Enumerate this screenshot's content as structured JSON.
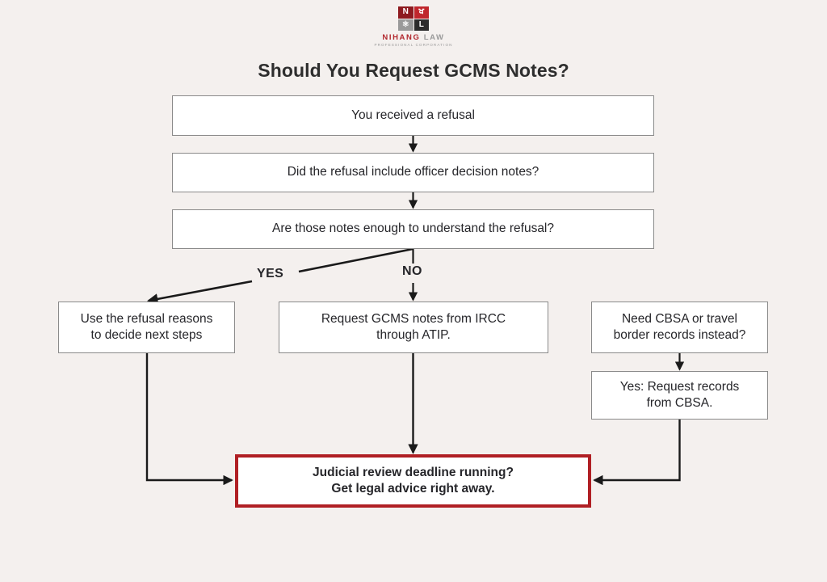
{
  "meta": {
    "background_color": "#F4F0EE",
    "box_border_color": "#8A8A8A",
    "emphasis_border_color": "#B01F24",
    "text_color": "#26262A"
  },
  "logo": {
    "cells": [
      {
        "letter": "N",
        "color": "#8E1B20"
      },
      {
        "letter": "ਖ",
        "color": "#C0272D"
      },
      {
        "letter": "⚛",
        "color": "#9A9A9A"
      },
      {
        "letter": "L",
        "color": "#2B2B2B"
      }
    ],
    "name_primary": "NIHANG",
    "name_secondary": "LAW",
    "tagline": "PROFESSIONAL CORPORATION"
  },
  "header": {
    "title": "Should You Request GCMS Notes?"
  },
  "flowchart": {
    "type": "flowchart",
    "nodes": [
      {
        "id": "refusal",
        "label": "You received a refusal"
      },
      {
        "id": "include",
        "label": "Did the refusal include officer decision notes?"
      },
      {
        "id": "enough",
        "label": "Are those notes enough to understand the refusal?"
      },
      {
        "id": "use_reasons",
        "label": "Use the refusal reasons to decide next steps"
      },
      {
        "id": "request_gcms",
        "label": "Request GCMS notes from IRCC through ATIP."
      },
      {
        "id": "need_cbsa",
        "label": "Need CBSA or travel border records instead?"
      },
      {
        "id": "yes_cbsa",
        "label": "Yes: Request records from CBSA."
      },
      {
        "id": "deadline",
        "label": "Judicial review deadline running? Get legal advice right away."
      }
    ],
    "node_lines": {
      "refusal": [
        "You received a refusal"
      ],
      "include": [
        "Did the refusal include officer decision notes?"
      ],
      "enough": [
        "Are those notes enough to understand the refusal?"
      ],
      "use_reasons": [
        "Use the refusal reasons",
        "to decide next steps"
      ],
      "request_gcms": [
        "Request GCMS notes from IRCC",
        "through ATIP."
      ],
      "need_cbsa": [
        "Need CBSA or travel",
        "border records instead?"
      ],
      "yes_cbsa": [
        "Yes: Request records",
        "from CBSA."
      ],
      "deadline": [
        "Judicial review deadline running?",
        "Get legal advice right away."
      ]
    },
    "branch_labels": {
      "yes": "YES",
      "no": "NO"
    },
    "edges": [
      {
        "from": "refusal",
        "to": "include",
        "label": ""
      },
      {
        "from": "include",
        "to": "enough",
        "label": ""
      },
      {
        "from": "enough",
        "to": "use_reasons",
        "label": "YES"
      },
      {
        "from": "enough",
        "to": "request_gcms",
        "label": "NO"
      },
      {
        "from": "use_reasons",
        "to": "deadline",
        "label": ""
      },
      {
        "from": "request_gcms",
        "to": "deadline",
        "label": ""
      },
      {
        "from": "need_cbsa",
        "to": "yes_cbsa",
        "label": ""
      },
      {
        "from": "yes_cbsa",
        "to": "deadline",
        "label": ""
      }
    ]
  }
}
